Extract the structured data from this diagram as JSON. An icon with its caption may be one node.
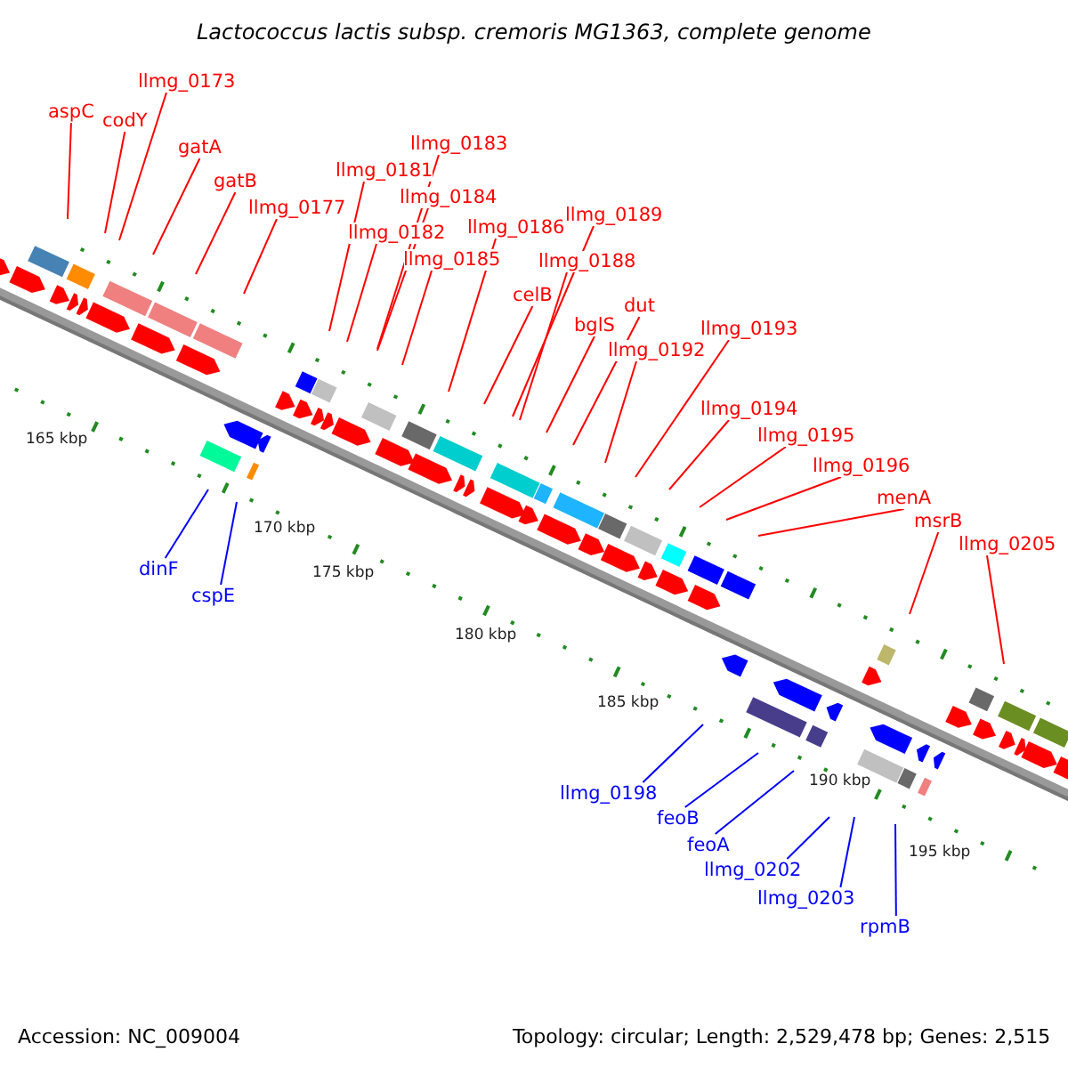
{
  "diagram": {
    "title": "Lactococcus lactis subsp. cremoris MG1363, complete genome",
    "nodes": [
      {
        "text": [
          "aspC"
        ]
      },
      {
        "text": [
          "codY"
        ]
      },
      {
        "text": [
          "llmg_0173"
        ]
      },
      {
        "text": [
          "gatA"
        ]
      },
      {
        "text": [
          "gatB"
        ]
      },
      {
        "text": [
          "llmg_0177"
        ]
      },
      {
        "text": [
          "llmg_0183"
        ]
      },
      {
        "text": [
          "llmg_0181"
        ]
      },
      {
        "text": [
          "llmg_0184"
        ]
      },
      {
        "text": [
          "llmg_0182"
        ]
      },
      {
        "text": [
          "llmg_0185"
        ]
      },
      {
        "text": [
          "llmg_0186"
        ]
      },
      {
        "text": [
          "llmg_0189"
        ]
      },
      {
        "text": [
          "celB"
        ]
      },
      {
        "text": [
          "llmg_0188"
        ]
      },
      {
        "text": [
          "dut"
        ]
      },
      {
        "text": [
          "bglS"
        ]
      },
      {
        "text": [
          "llmg_0193"
        ]
      },
      {
        "text": [
          "llmg_0192"
        ]
      },
      {
        "text": [
          "llmg_0194"
        ]
      },
      {
        "text": [
          "llmg_0195"
        ]
      },
      {
        "text": [
          "llmg_0196"
        ]
      },
      {
        "text": [
          "menA"
        ]
      },
      {
        "text": [
          "msrB"
        ]
      },
      {
        "text": [
          "llmg_0205"
        ]
      },
      {
        "text": [
          "dinF"
        ]
      },
      {
        "text": [
          "cspE"
        ]
      },
      {
        "text": [
          "llmg_0198"
        ]
      },
      {
        "text": [
          "feoB"
        ]
      },
      {
        "text": [
          "feoA"
        ]
      },
      {
        "text": [
          "llmg_0202"
        ]
      },
      {
        "text": [
          "llmg_0203"
        ]
      },
      {
        "text": [
          "rpmB"
        ]
      }
    ],
    "edges": [
      {
        "from": 0,
        "to": null,
        "arrow": "none"
      },
      {
        "from": 1,
        "to": null,
        "arrow": "none"
      },
      {
        "from": 2,
        "to": null,
        "arrow": "none"
      },
      {
        "from": 3,
        "to": null,
        "arrow": "none"
      },
      {
        "from": 4,
        "to": null,
        "arrow": "none"
      },
      {
        "from": 5,
        "to": null,
        "arrow": "none"
      },
      {
        "from": 6,
        "to": null,
        "arrow": "none"
      },
      {
        "from": 7,
        "to": null,
        "arrow": "none"
      },
      {
        "from": 8,
        "to": null,
        "arrow": "none"
      },
      {
        "from": 9,
        "to": null,
        "arrow": "none"
      },
      {
        "from": 10,
        "to": null,
        "arrow": "none"
      },
      {
        "from": 11,
        "to": null,
        "arrow": "none"
      },
      {
        "from": 12,
        "to": null,
        "arrow": "none"
      },
      {
        "from": 13,
        "to": null,
        "arrow": "none"
      },
      {
        "from": 14,
        "to": null,
        "arrow": "none"
      },
      {
        "from": 15,
        "to": null,
        "arrow": "none"
      },
      {
        "from": 16,
        "to": null,
        "arrow": "none"
      },
      {
        "from": 17,
        "to": null,
        "arrow": "none"
      },
      {
        "from": 18,
        "to": null,
        "arrow": "none"
      },
      {
        "from": 19,
        "to": null,
        "arrow": "none"
      },
      {
        "from": 20,
        "to": null,
        "arrow": "none"
      },
      {
        "from": 21,
        "to": null,
        "arrow": "none"
      },
      {
        "from": 22,
        "to": null,
        "arrow": "none"
      },
      {
        "from": 23,
        "to": null,
        "arrow": "none"
      },
      {
        "from": 24,
        "to": null,
        "arrow": "none"
      },
      {
        "from": 25,
        "to": null,
        "arrow": "none",
        "color": "#0000ff"
      },
      {
        "from": 26,
        "to": null,
        "arrow": "none",
        "color": "#0000ff"
      },
      {
        "from": 27,
        "to": null,
        "arrow": "none",
        "color": "#0000ff"
      },
      {
        "from": 28,
        "to": null,
        "arrow": "none",
        "color": "#0000ff"
      },
      {
        "from": 29,
        "to": null,
        "arrow": "none",
        "color": "#0000ff"
      },
      {
        "from": 30,
        "to": null,
        "arrow": "none",
        "color": "#0000ff"
      },
      {
        "from": 31,
        "to": null,
        "arrow": "none",
        "color": "#0000ff"
      },
      {
        "from": 32,
        "to": null,
        "arrow": "none",
        "color": "#0000ff"
      }
    ],
    "labels": [
      "165 kbp",
      "170 kbp",
      "175 kbp",
      "180 kbp",
      "185 kbp",
      "190 kbp",
      "195 kbp",
      "Accession: NC_009004",
      "Topology: circular; Length: 2,529,478 bp; Genes: 2,515"
    ]
  }
}
